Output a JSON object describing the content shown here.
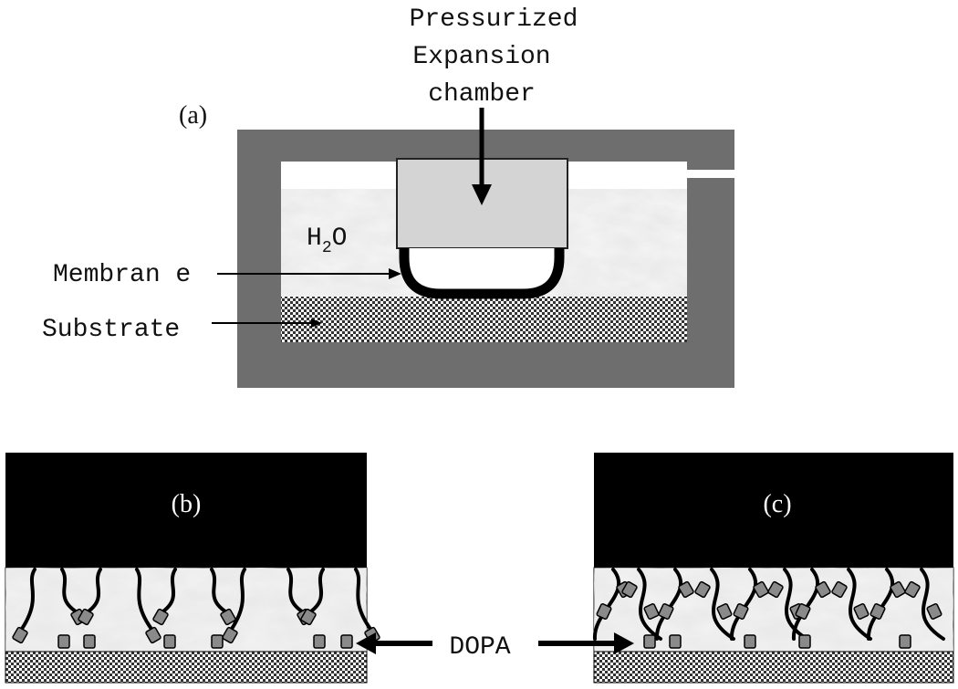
{
  "panel_a": {
    "label": "(a)",
    "chamber_lines": [
      "Pressurized",
      "Expansion",
      "chamber"
    ],
    "water_label": "H",
    "water_sub": "2",
    "water_tail": "O",
    "membrane_label": "Membran e",
    "substrate_label": "Substrate"
  },
  "panel_b": {
    "label": "(b)"
  },
  "panel_c": {
    "label": "(c)"
  },
  "dopa_label": "DOPA",
  "colors": {
    "frame_gray": "#6e6e6e",
    "chamber_fill": "#d4d4d4",
    "membrane": "#000000",
    "surface_block": "#000000",
    "dopa_fill": "#8a8a8a",
    "water_texture": "#e6e6e6"
  }
}
